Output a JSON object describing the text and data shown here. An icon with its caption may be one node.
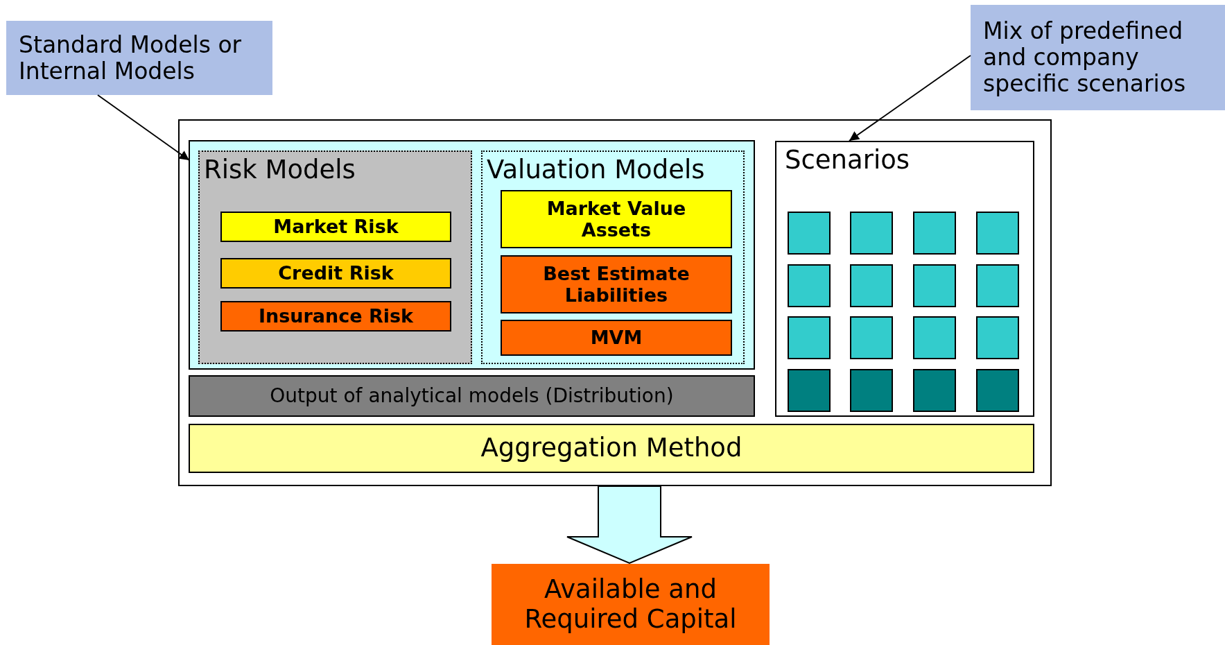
{
  "diagram": {
    "nodes": [
      {
        "text": [
          "Standard Models or Internal Models"
        ]
      },
      {
        "text": [
          "Mix of predefined and company specific scenarios"
        ]
      },
      {
        "text": [],
        "shape": "box"
      },
      {
        "text": [],
        "shape": "box",
        "in": 2
      },
      {
        "text": [
          "Risk Models"
        ],
        "in": 3
      },
      {
        "text": [
          "Market Risk"
        ],
        "in": 4
      },
      {
        "text": [
          "Credit Risk"
        ],
        "in": 4
      },
      {
        "text": [
          "Insurance Risk"
        ],
        "in": 4
      },
      {
        "text": [
          "Valuation Models"
        ],
        "in": 3
      },
      {
        "text": [
          "Market Value Assets"
        ],
        "in": 8
      },
      {
        "text": [
          "Best Estimate Liabilities"
        ],
        "in": 8
      },
      {
        "text": [
          "MVM"
        ],
        "in": 8
      },
      {
        "text": [
          "Output of analytical models (Distribution)"
        ],
        "in": 2
      },
      {
        "text": [
          "Scenarios"
        ],
        "in": 2
      },
      {
        "text": [],
        "shape": "box",
        "in": 13
      },
      {
        "text": [],
        "shape": "box",
        "in": 13
      },
      {
        "text": [],
        "shape": "box",
        "in": 13
      },
      {
        "text": [],
        "shape": "box",
        "in": 13
      },
      {
        "text": [],
        "shape": "box",
        "in": 13
      },
      {
        "text": [],
        "shape": "box",
        "in": 13
      },
      {
        "text": [],
        "shape": "box",
        "in": 13
      },
      {
        "text": [],
        "shape": "box",
        "in": 13
      },
      {
        "text": [],
        "shape": "box",
        "in": 13
      },
      {
        "text": [],
        "shape": "box",
        "in": 13
      },
      {
        "text": [],
        "shape": "box",
        "in": 13
      },
      {
        "text": [],
        "shape": "box",
        "in": 13
      },
      {
        "text": [],
        "shape": "box",
        "in": 13
      },
      {
        "text": [],
        "shape": "box",
        "in": 13
      },
      {
        "text": [],
        "shape": "box",
        "in": 13
      },
      {
        "text": [],
        "shape": "box",
        "in": 13
      },
      {
        "text": [
          "Aggregation Method"
        ],
        "in": 2
      },
      {
        "text": [
          "Available and Required Capital"
        ]
      }
    ],
    "edges": [
      {
        "from": 0,
        "to": 3,
        "arrow": "to"
      },
      {
        "from": 1,
        "to": 13,
        "arrow": "to"
      },
      {
        "from": 2,
        "to": 31,
        "arrow": "to",
        "style": "thick"
      }
    ]
  }
}
